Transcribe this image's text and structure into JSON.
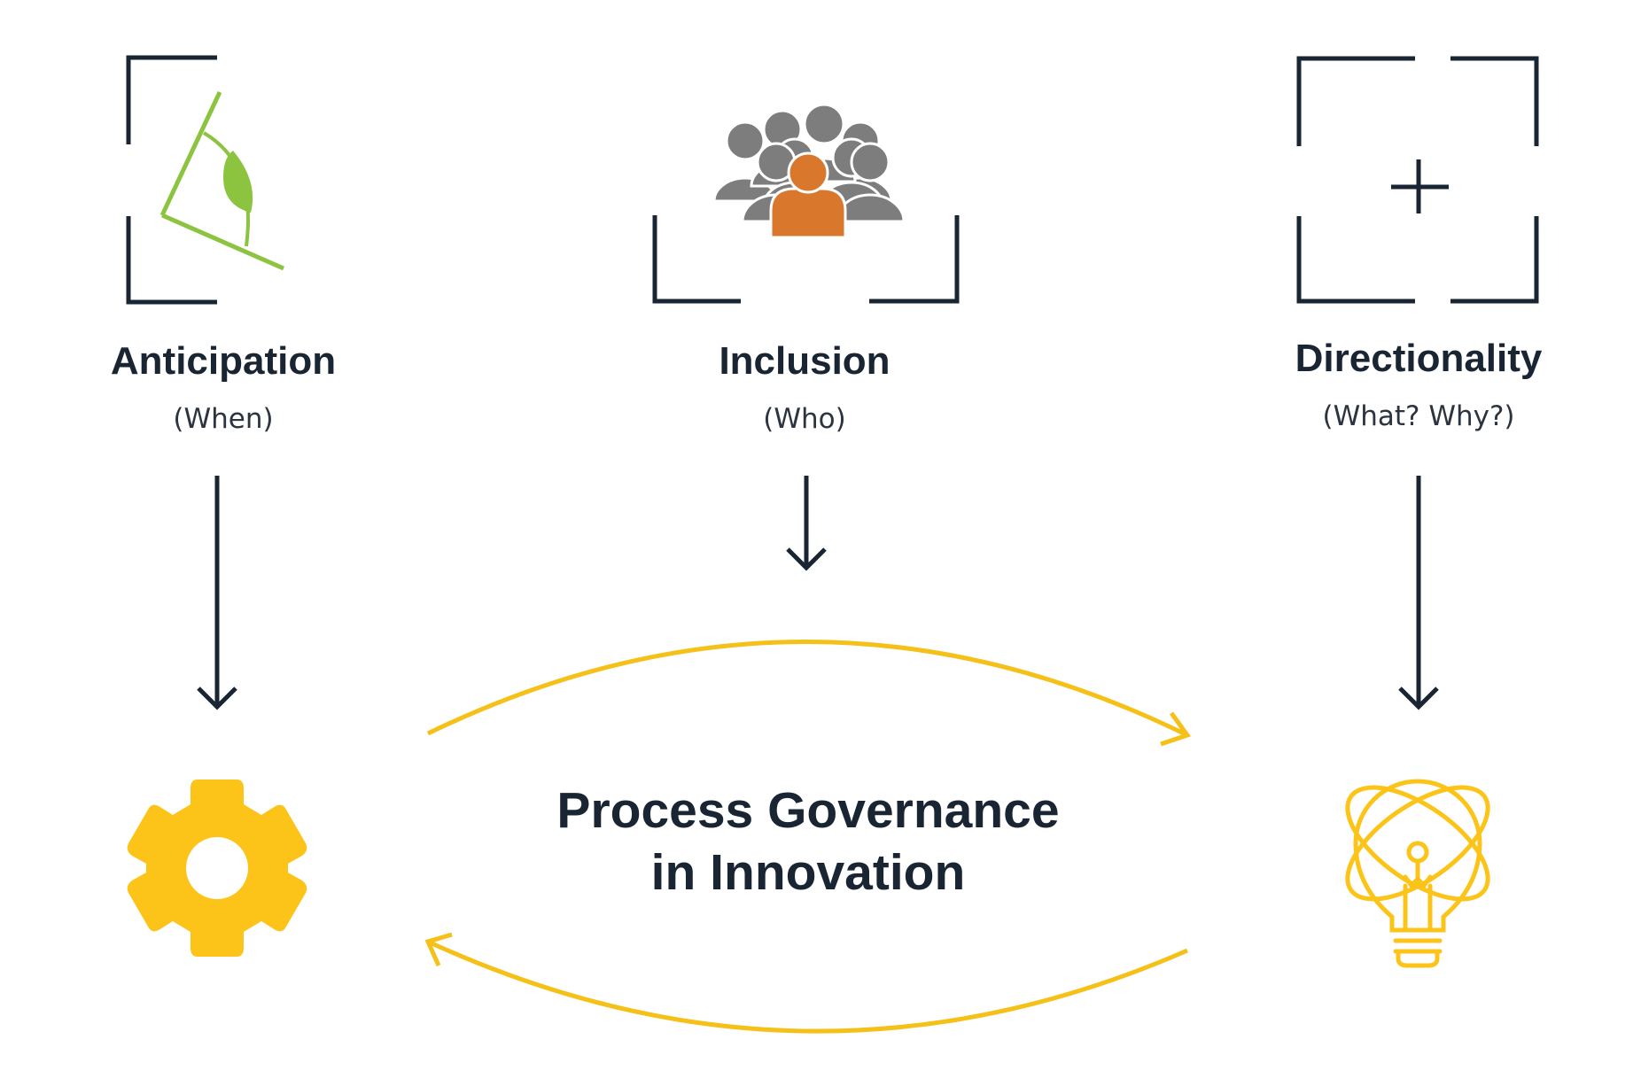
{
  "pillars": [
    {
      "title": "Anticipation",
      "subtitle": "(When)",
      "icon": "angle-eye-icon"
    },
    {
      "title": "Inclusion",
      "subtitle": "(Who)",
      "icon": "people-group-icon"
    },
    {
      "title": "Directionality",
      "subtitle": "(What? Why?)",
      "icon": "plus-crosshair-icon"
    }
  ],
  "center": {
    "line1": "Process Governance",
    "line2": "in Innovation"
  },
  "outcomes": {
    "left_icon": "gear-icon",
    "right_icon": "lightbulb-atom-icon"
  },
  "colors": {
    "dark": "#1a2533",
    "green": "#8cc43f",
    "gray": "#7d7d7d",
    "orange": "#d9782d",
    "yellow": "#fcc419",
    "cycle": "#f5c018"
  }
}
